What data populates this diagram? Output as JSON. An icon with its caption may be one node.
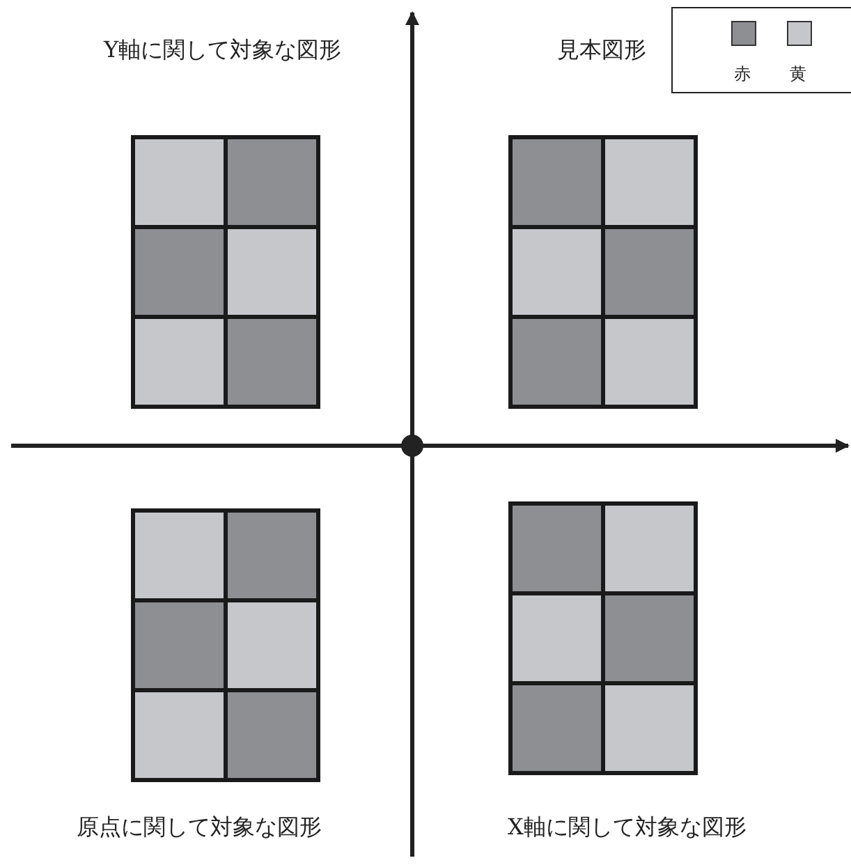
{
  "diagram": {
    "nodes": [
      {
        "text": [
          "Y軸に関して対象な図形"
        ]
      },
      {
        "text": [
          "見本図形"
        ]
      },
      {
        "text": [
          "原点に関して対象な図形"
        ]
      },
      {
        "text": [
          "X軸に関して対象な図形"
        ]
      }
    ],
    "legend": [
      {
        "text": "赤",
        "color": "#8e8f93"
      },
      {
        "text": "黄",
        "color": "#c6c7cb"
      }
    ]
  }
}
